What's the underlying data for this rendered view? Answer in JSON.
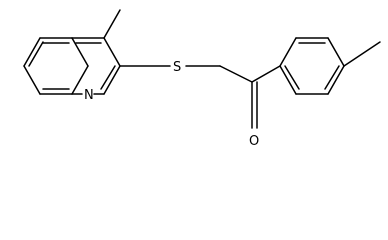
{
  "molecule": {
    "atoms": {
      "nitrogen": "N",
      "sulfur": "S",
      "oxygen": "O"
    }
  },
  "colors": {
    "bond": "#000000",
    "background": "#ffffff"
  }
}
